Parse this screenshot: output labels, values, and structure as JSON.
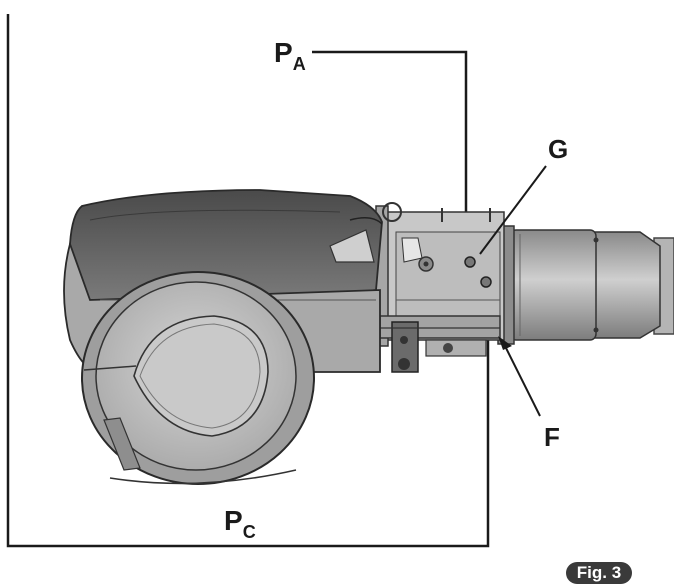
{
  "labels": {
    "pa_main": "P",
    "pa_sub": "A",
    "g": "G",
    "f": "F",
    "pc_main": "P",
    "pc_sub": "C"
  },
  "figure_tag": "Fig. 3",
  "colors": {
    "line": "#1a1a1a",
    "housing_dark": "#5b5b5b",
    "housing_light": "#b9b9b9",
    "body_mid": "#9a9a9a",
    "badge": "#3a3a3a"
  }
}
